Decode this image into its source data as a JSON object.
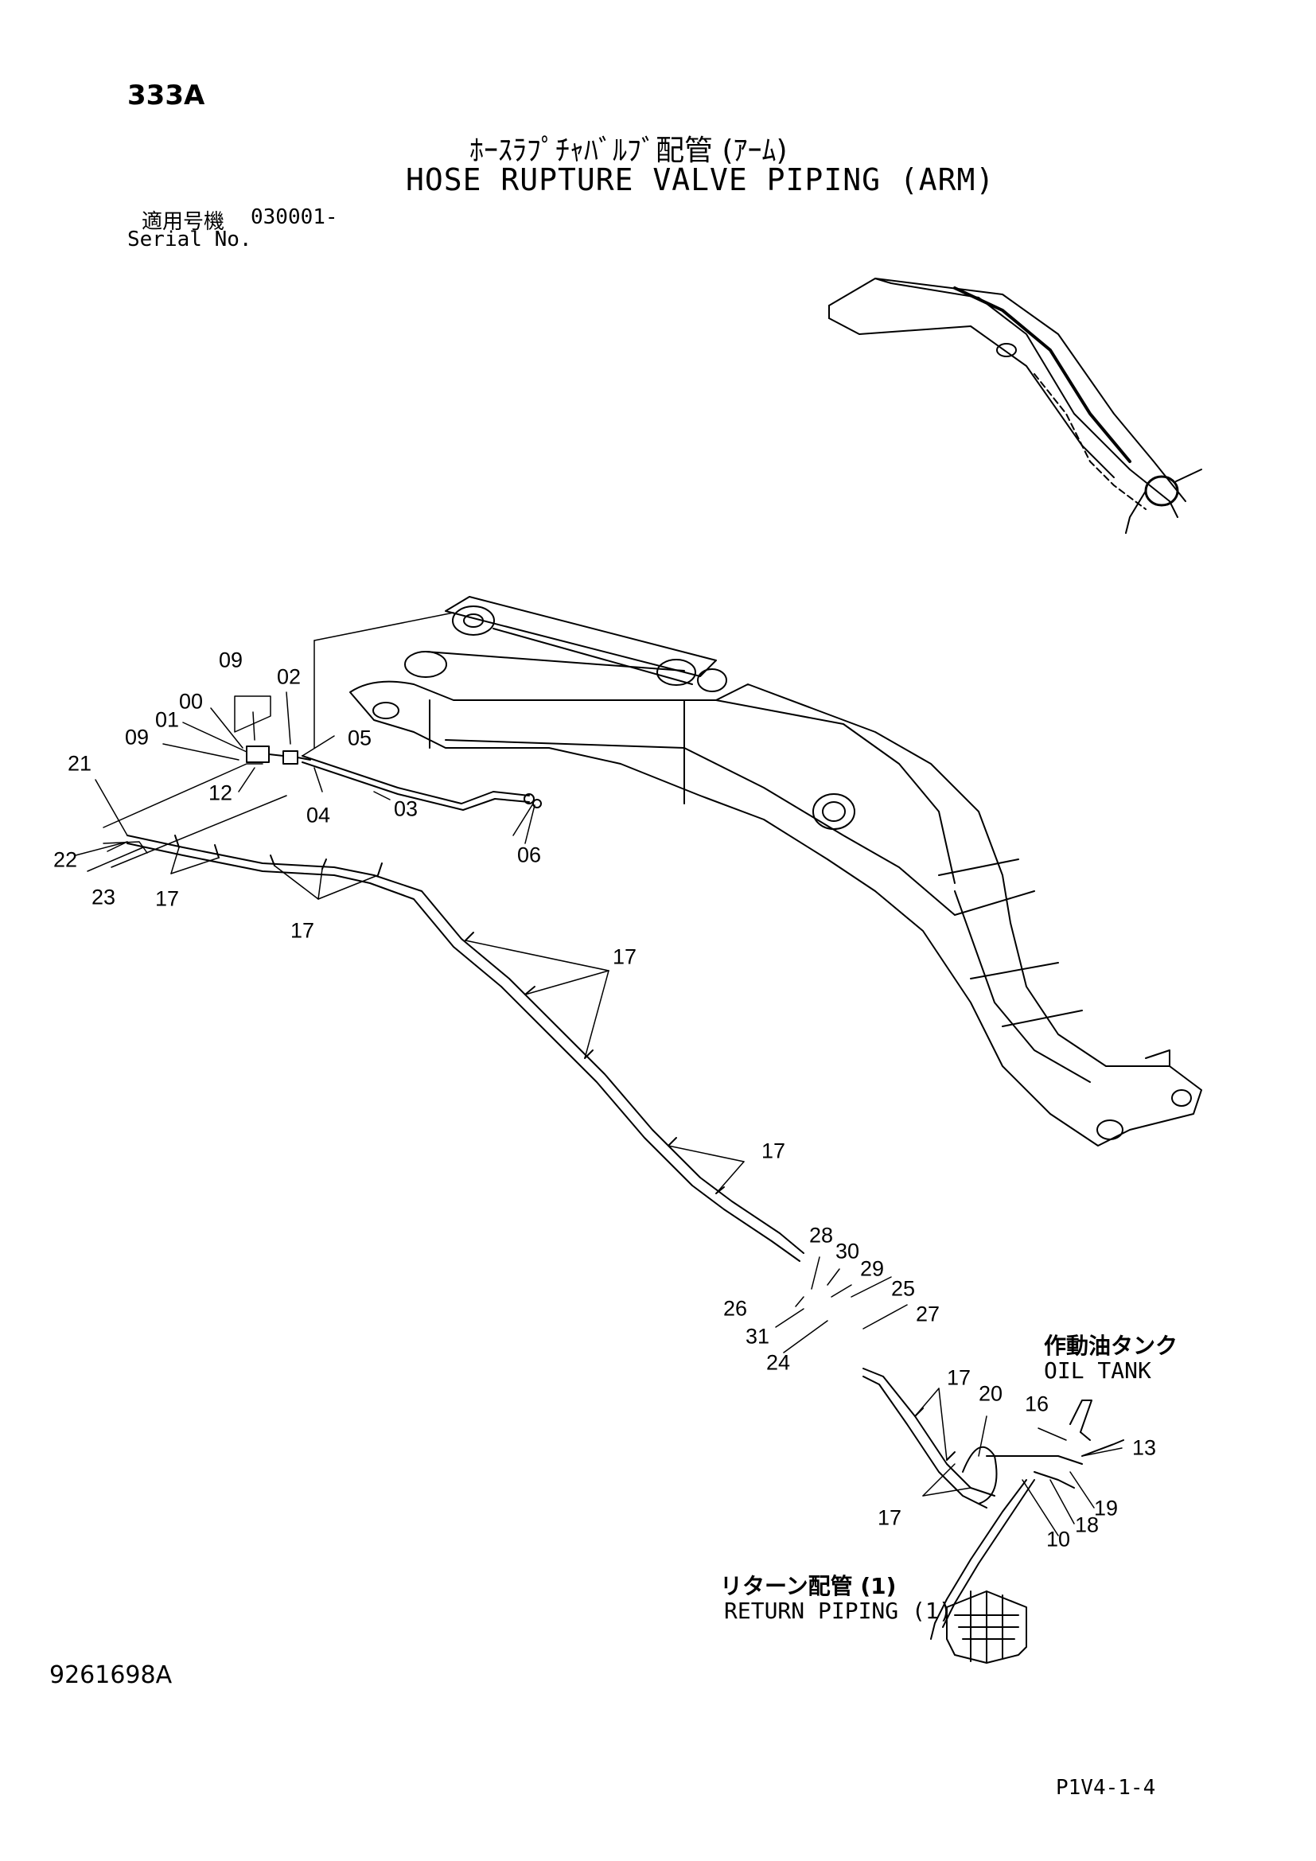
{
  "header": {
    "page_code": "333A",
    "title_jp": "ﾎｰｽﾗﾌﾟﾁｬﾊﾞﾙﾌﾞ配管 (ｱｰﾑ)",
    "title_en": "HOSE RUPTURE VALVE PIPING (ARM)",
    "serial_label_jp": "適用号機",
    "serial_value": "030001-",
    "serial_label_en": "Serial No."
  },
  "callouts": {
    "oil_tank_jp": "作動油タンク",
    "oil_tank_en": "OIL TANK",
    "return_piping_jp": "リターン配管 (1)",
    "return_piping_en": "RETURN PIPING (1)"
  },
  "part_labels": {
    "l00": "00",
    "l01": "01",
    "l02": "02",
    "l03": "03",
    "l04": "04",
    "l05": "05",
    "l06": "06",
    "l09a": "09",
    "l09b": "09",
    "l10": "10",
    "l12": "12",
    "l13": "13",
    "l16": "16",
    "l17a": "17",
    "l17b": "17",
    "l17c": "17",
    "l17d": "17",
    "l17e": "17",
    "l17f": "17",
    "l18": "18",
    "l19": "19",
    "l20": "20",
    "l21": "21",
    "l22": "22",
    "l23": "23",
    "l24": "24",
    "l25": "25",
    "l26": "26",
    "l27": "27",
    "l28": "28",
    "l29": "29",
    "l30": "30",
    "l31": "31"
  },
  "footer": {
    "drawing_number": "9261698A",
    "page_reference": "P1V4-1-4"
  }
}
